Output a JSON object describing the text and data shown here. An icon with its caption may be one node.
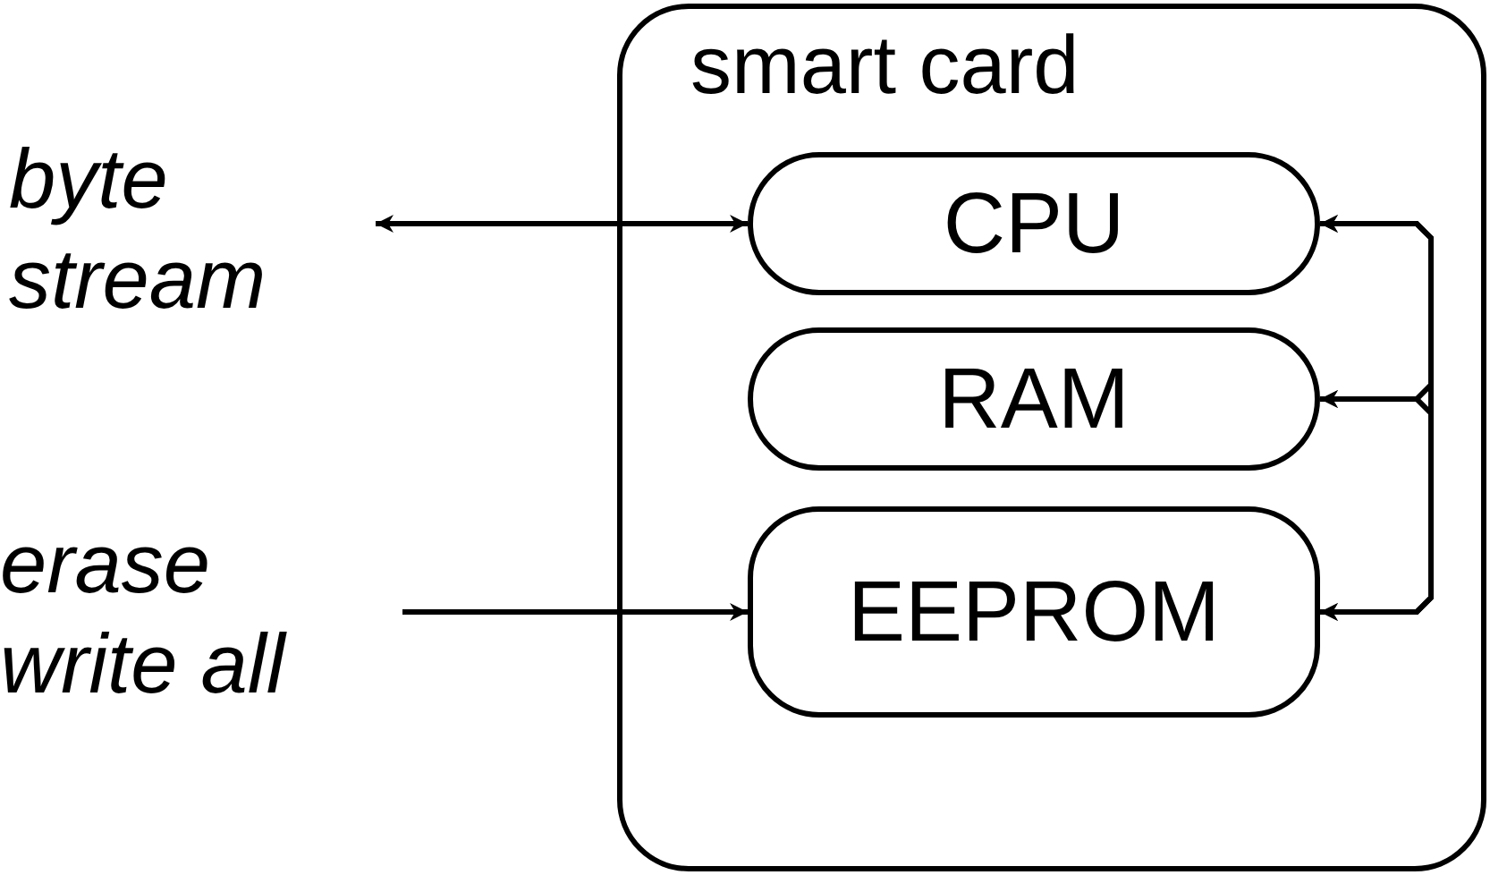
{
  "diagram": {
    "nodes": [
      {
        "text": [
          "smart card"
        ]
      },
      {
        "text": [
          "CPU"
        ],
        "in": 0
      },
      {
        "text": [
          "RAM"
        ],
        "in": 0
      },
      {
        "text": [
          "EEPROM"
        ],
        "in": 0
      },
      {
        "text": [
          "byte stream"
        ]
      },
      {
        "text": [
          "erase write all"
        ]
      }
    ],
    "edges": [
      {
        "from": 4,
        "to": 1,
        "arrow": "both"
      },
      {
        "from": 5,
        "to": 3,
        "arrow": "to"
      },
      {
        "from": 1,
        "to": 2,
        "arrow": "both"
      },
      {
        "from": 2,
        "to": 3,
        "arrow": "both"
      },
      {
        "from": 1,
        "to": 3,
        "arrow": "both"
      }
    ]
  }
}
